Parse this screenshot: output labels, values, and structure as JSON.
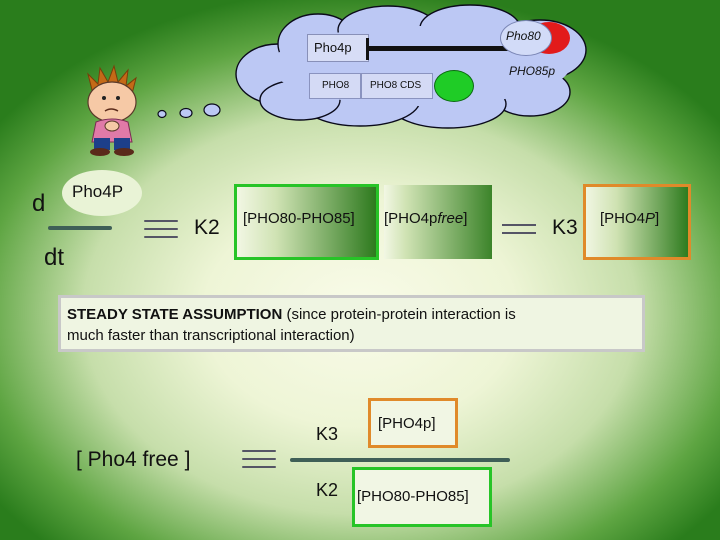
{
  "thought_cloud": {
    "pho4p_label": "Pho4p",
    "pho80_label": "Pho80",
    "pho85p_label": "PHO85p",
    "pho8_label": "PHO8",
    "pho8_cds_label": "PHO8 CDS"
  },
  "equation": {
    "d_label": "d",
    "dt_label": "dt",
    "pho4p_label": "Pho4P",
    "k2_label": "K2",
    "complex_label": "[PHO80-PHO85]",
    "free_prefix": "[PHO4p",
    "free_italic": "free",
    "free_suffix": "]",
    "k3_label": "K3",
    "phosph_prefix": "[PHO4",
    "phosph_italic": "P",
    "phosph_suffix": "]"
  },
  "steady_state": {
    "bold_text": "STEADY STATE ASSUMPTION",
    "text_line1": " (since protein-protein interaction is",
    "text_line2": "much faster than transcriptional interaction)"
  },
  "result": {
    "free_label": "[ Pho4 free ]",
    "k3_label": "K3",
    "k2_label": "K2",
    "numerator": "[PHO4p]",
    "denominator": "[PHO80-PHO85]"
  },
  "colors": {
    "green_border": "#27c427",
    "orange_border": "#e08a2a",
    "pho80_red": "#e21b1b",
    "green_dot": "#1fcc26",
    "cloud_fill": "#bcc8f4"
  }
}
